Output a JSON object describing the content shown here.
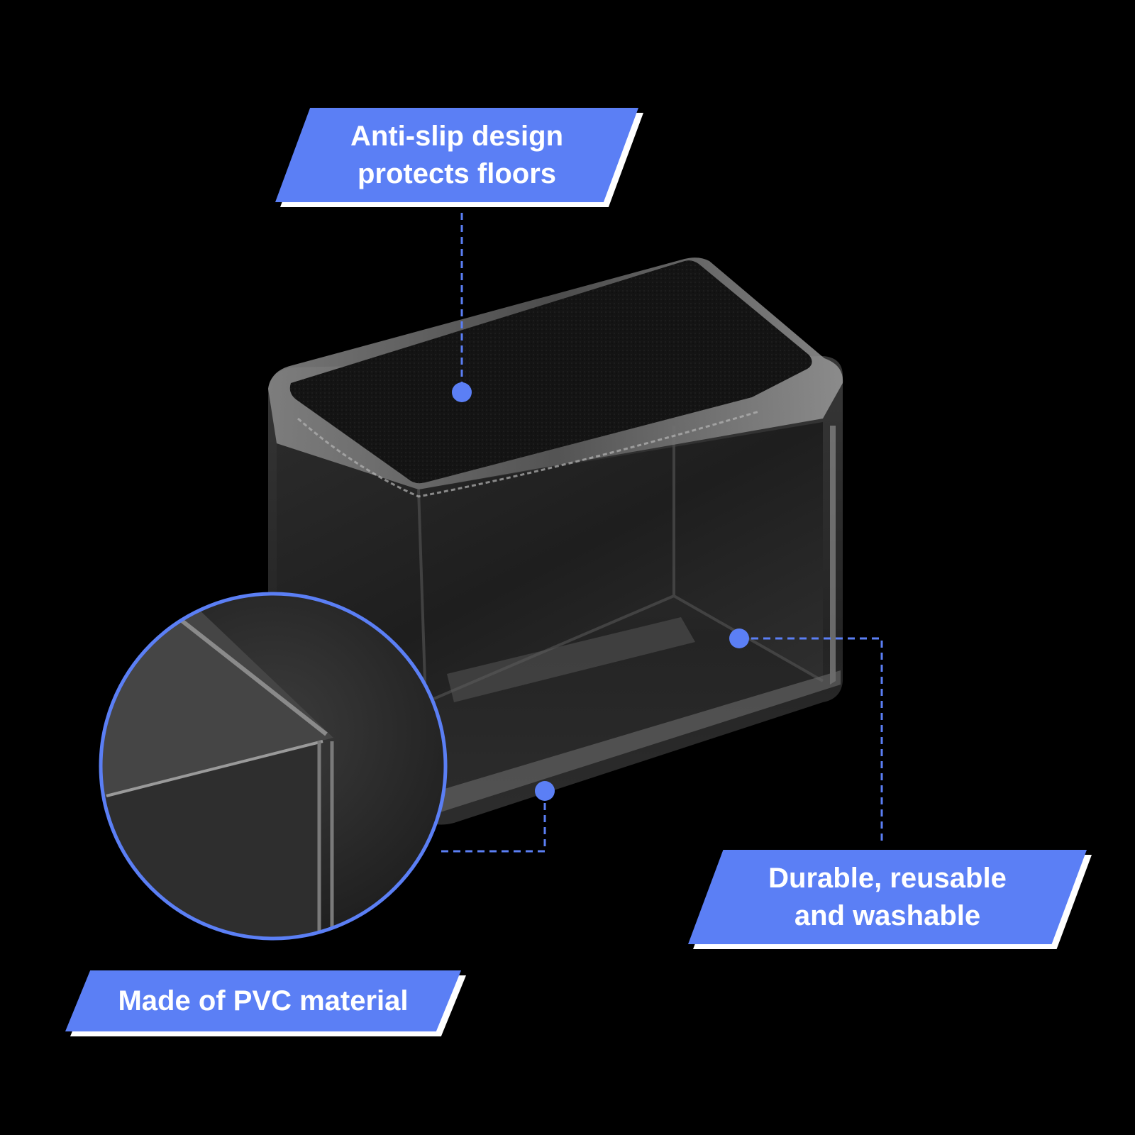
{
  "callouts": {
    "top": {
      "text": "Anti-slip design\nprotects floors"
    },
    "right": {
      "text": "Durable, reusable\nand washable"
    },
    "left": {
      "text": "Made of PVC material"
    }
  },
  "colors": {
    "accent": "#5b7ff5",
    "shadow": "#ffffff",
    "background": "#000000"
  },
  "image": {
    "subject": "clear PVC rectangular chair leg cap with black felt pad",
    "zoom_inset": "magnified corner of PVC wall"
  }
}
